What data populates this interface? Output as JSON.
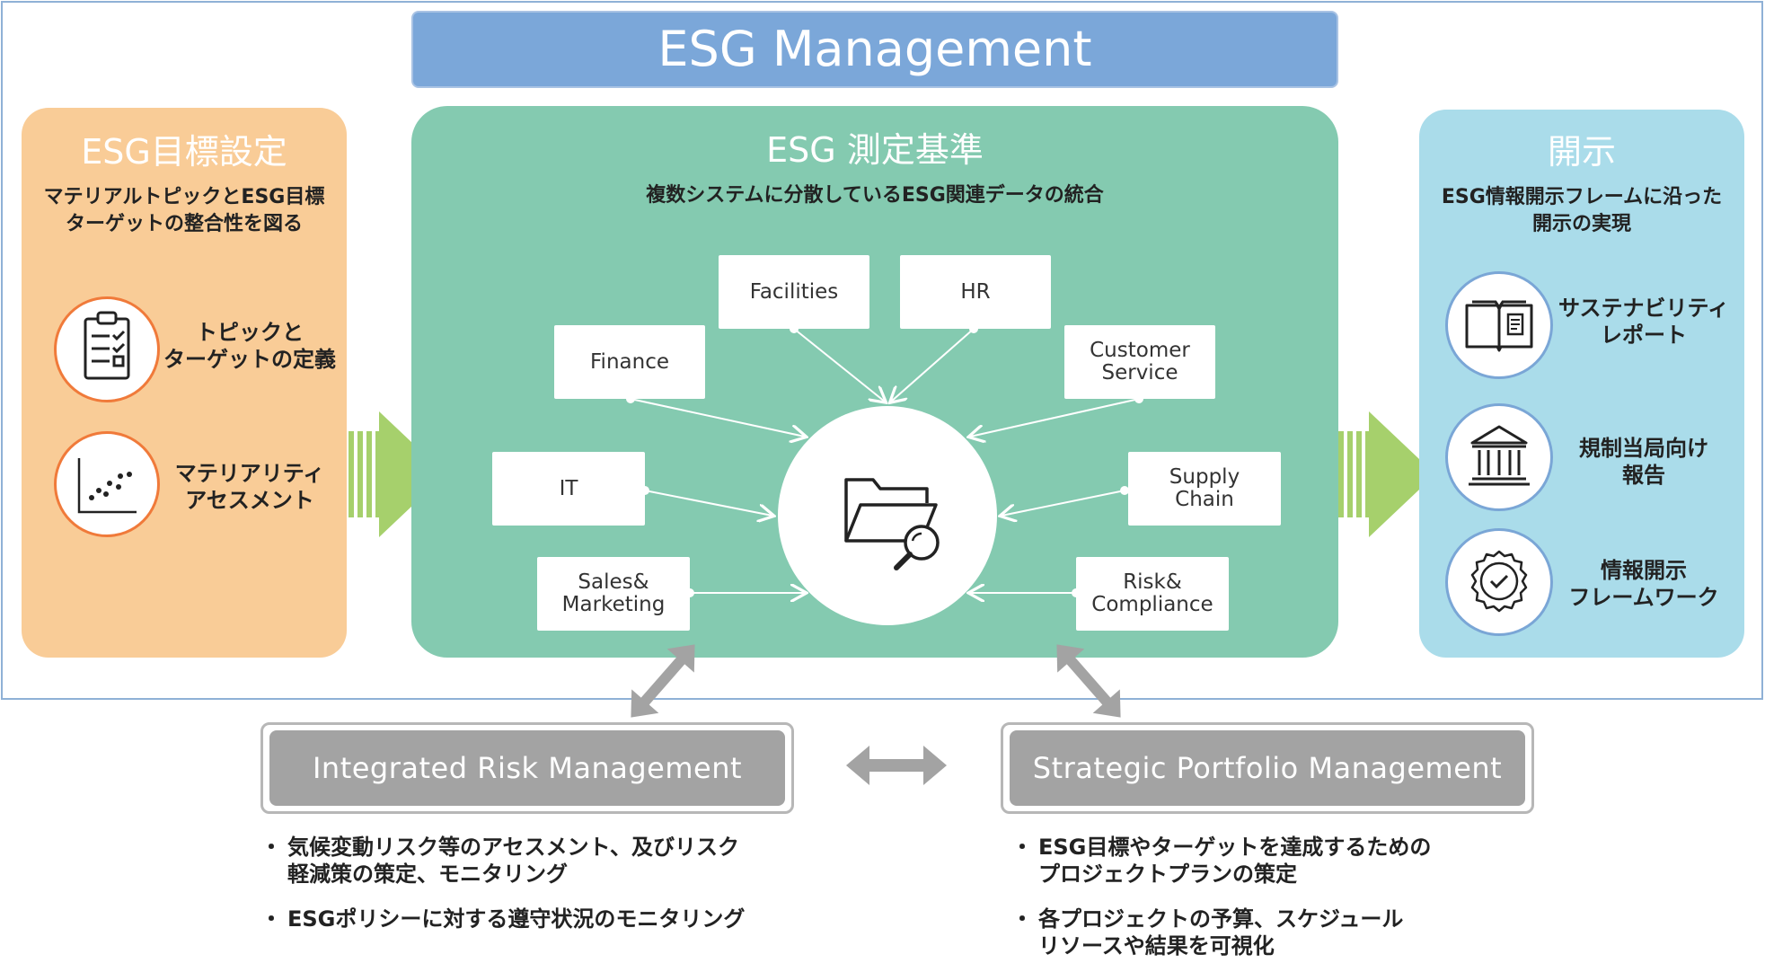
{
  "title": "ESG Management",
  "left_panel": {
    "title": "ESG目標設定",
    "subtitle": "マテリアルトピックとESG目標\nターゲットの整合性を図る",
    "items": [
      {
        "label": "トピックと\nターゲットの定義",
        "icon": "clipboard-checklist-icon"
      },
      {
        "label": "マテリアリティ\nアセスメント",
        "icon": "scatter-plot-icon"
      }
    ]
  },
  "middle_panel": {
    "title": "ESG 測定基準",
    "subtitle": "複数システムに分散しているESG関連データの統合",
    "sources": {
      "finance": "Finance",
      "facilities": "Facilities",
      "hr": "HR",
      "customer_service": "Customer\nService",
      "it": "IT",
      "supply_chain": "Supply\nChain",
      "sales_marketing": "Sales&\nMarketing",
      "risk_compliance": "Risk&\nCompliance"
    },
    "hub_icon": "folder-search-icon"
  },
  "right_panel": {
    "title": "開示",
    "subtitle": "ESG情報開示フレームに沿った\n開示の実現",
    "items": [
      {
        "label": "サステナビリティ\nレポート",
        "icon": "open-book-icon"
      },
      {
        "label": "規制当局向け\n報告",
        "icon": "government-building-icon"
      },
      {
        "label": "情報開示\nフレームワーク",
        "icon": "certified-badge-icon"
      }
    ]
  },
  "bottom": {
    "irm": {
      "title": "Integrated Risk Management",
      "bullets": [
        "気候変動リスク等のアセスメント、及びリスク\n軽減策の策定、モニタリング",
        "ESGポリシーに対する遵守状況のモニタリング"
      ]
    },
    "spm": {
      "title": "Strategic Portfolio Management",
      "bullets": [
        "ESG目標やターゲットを達成するための\nプロジェクトプランの策定",
        "各プロジェクトの予算、スケジュール\nリソースや結果を可視化"
      ]
    },
    "bullet_char": "・"
  },
  "colors": {
    "title_bar": "#7ba7d9",
    "left_panel": "#f9cc97",
    "middle_panel": "#84cab0",
    "right_panel": "#aadcea",
    "arrow_green": "#a6d06c",
    "gray_box": "#a3a3a3",
    "orange_ring": "#f07a3a",
    "blue_ring": "#7aa6d6"
  }
}
